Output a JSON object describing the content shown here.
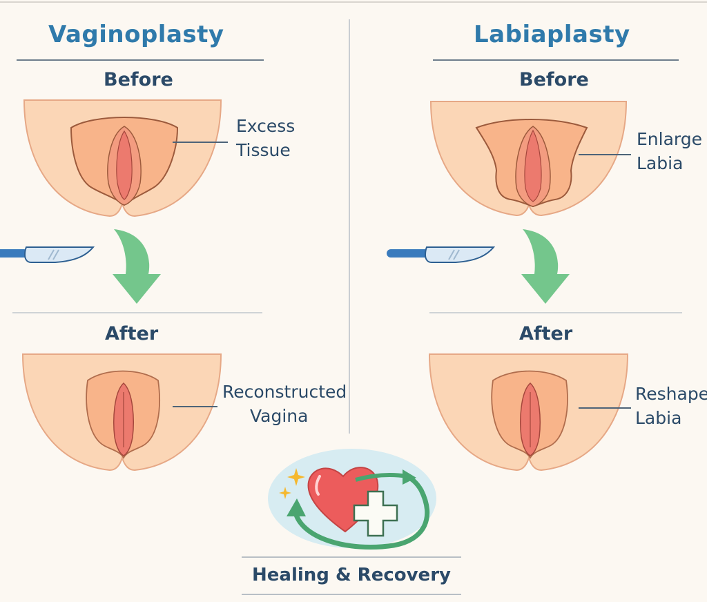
{
  "colors": {
    "background": "#fcf8f2",
    "title": "#2f7aab",
    "text": "#2b4a68",
    "skin_outer": "#fbd6b6",
    "skin_inner": "#f8b48a",
    "mucosa": "#ec7a6e",
    "arrow": "#74c68c",
    "scalpel": "#3a7bbd",
    "heart": "#ec5c5c",
    "halo": "#d7ecf2",
    "sparkle": "#f5b82e"
  },
  "left_panel": {
    "title": "Vaginoplasty",
    "before": {
      "heading": "Before",
      "label_line1": "Excess",
      "label_line2": "Tissue"
    },
    "after": {
      "heading": "After",
      "label_line1": "Reconstructed",
      "label_line2": "Vagina"
    },
    "icons": [
      "scalpel-icon",
      "down-arrow-icon"
    ]
  },
  "right_panel": {
    "title": "Labiaplasty",
    "before": {
      "heading": "Before",
      "label_line1": "Enlarge",
      "label_line2": "Labia"
    },
    "after": {
      "heading": "After",
      "label_line1": "Reshape",
      "label_line2": "Labia"
    },
    "icons": [
      "scalpel-icon",
      "down-arrow-icon"
    ]
  },
  "footer": {
    "caption": "Healing & Recovery",
    "icons": [
      "heart-icon",
      "medical-cross-icon",
      "sparkle-icon",
      "circular-arrow-icon"
    ]
  }
}
